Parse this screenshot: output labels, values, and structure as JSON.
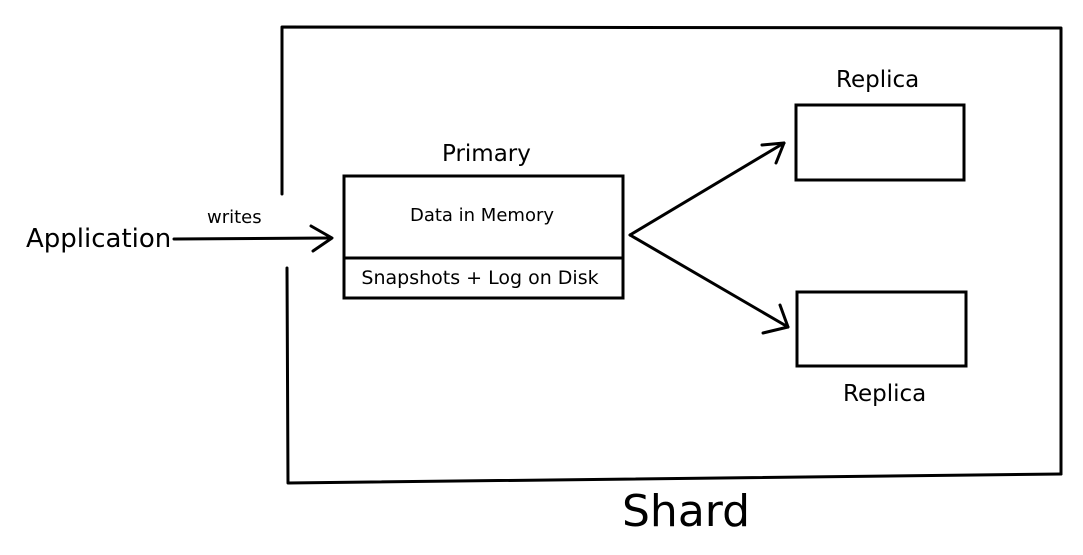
{
  "diagram": {
    "application_label": "Application",
    "writes_label": "writes",
    "primary": {
      "title": "Primary",
      "memory_label": "Data in Memory",
      "disk_label": "Snapshots + Log on Disk"
    },
    "replicas": [
      {
        "title": "Replica"
      },
      {
        "title": "Replica"
      }
    ],
    "shard_label": "Shard",
    "colors": {
      "stroke": "#000000",
      "background": "#ffffff"
    }
  }
}
